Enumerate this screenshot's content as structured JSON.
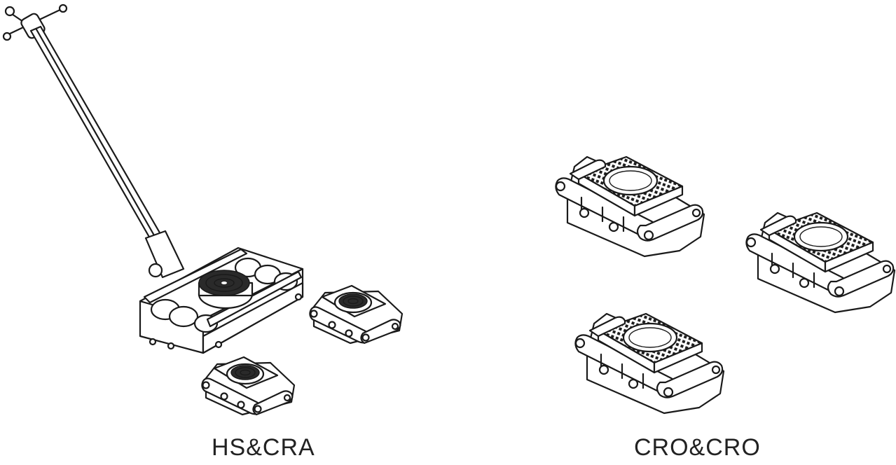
{
  "captions": {
    "left": "HS&CRA",
    "right": "CRO&CRO"
  },
  "illustrations": {
    "left_group": [
      "steerable-skate-with-handle",
      "small-roller-skate",
      "small-roller-skate"
    ],
    "right_group": [
      "roller-skate",
      "roller-skate",
      "roller-skate"
    ]
  },
  "colors": {
    "line": "#1a1a1a",
    "background": "#ffffff"
  }
}
